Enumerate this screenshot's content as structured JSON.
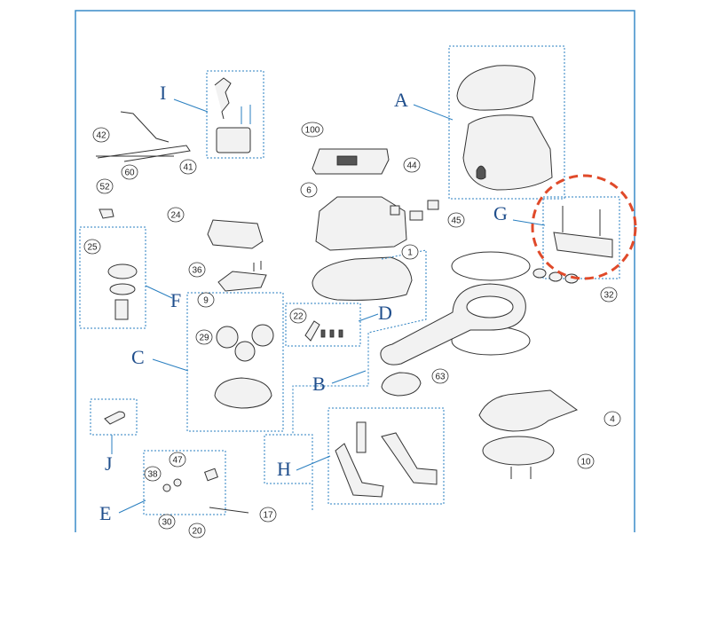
{
  "diagram": {
    "groups": [
      "A",
      "B",
      "C",
      "D",
      "E",
      "F",
      "G",
      "H",
      "I",
      "J"
    ],
    "part_numbers": [
      "100",
      "44",
      "45",
      "6",
      "1",
      "24",
      "36",
      "9",
      "29",
      "22",
      "63",
      "4",
      "10",
      "32",
      "42",
      "41",
      "60",
      "52",
      "25",
      "38",
      "47",
      "30",
      "17",
      "20"
    ]
  },
  "colors": {
    "frame": "#3a8cc8",
    "letters": "#1f4e8c",
    "highlight": "#e04a2a"
  }
}
